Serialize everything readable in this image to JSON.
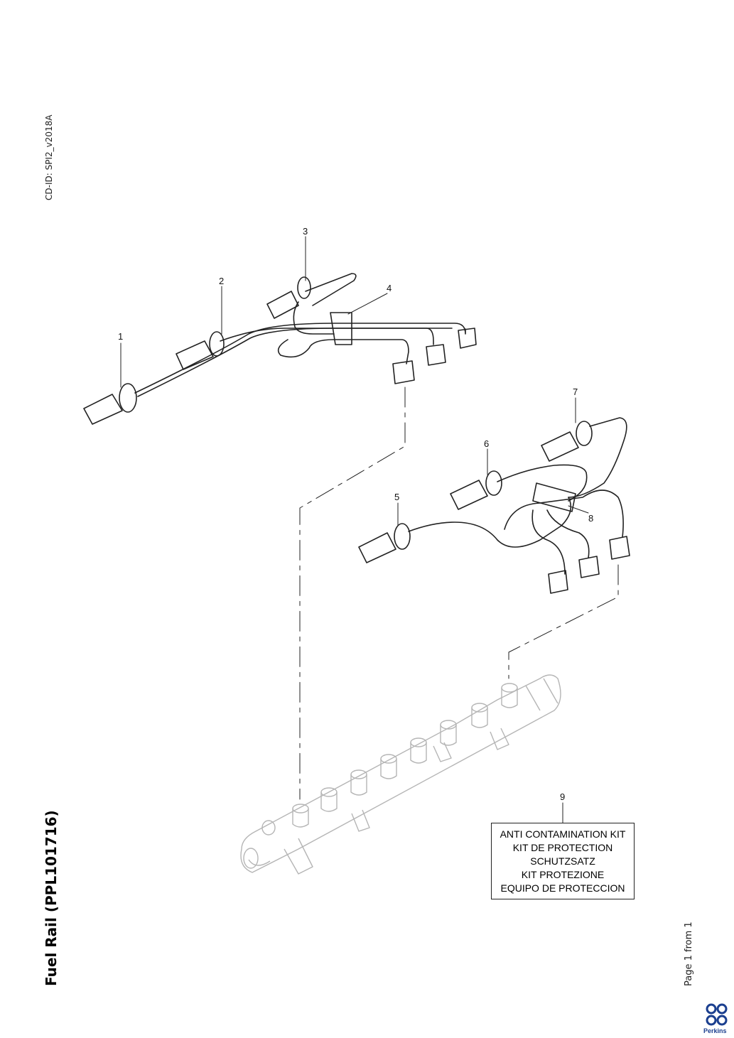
{
  "header": {
    "cd_id": "CD-ID: SPI2_v2018A"
  },
  "title": "Fuel Rail (PPL101716)",
  "footer": {
    "page": "Page 1 from 1",
    "brand": "Perkins"
  },
  "callouts": [
    "1",
    "2",
    "3",
    "4",
    "5",
    "6",
    "7",
    "8",
    "9"
  ],
  "kit_label": {
    "lines": [
      "ANTI CONTAMINATION KIT",
      "KIT DE PROTECTION",
      "SCHUTZSATZ",
      "KIT PROTEZIONE",
      "EQUIPO DE PROTECCION"
    ]
  },
  "colors": {
    "line": "#222222",
    "rail": "#b5b5b5",
    "brand": "#1b3f8f"
  }
}
